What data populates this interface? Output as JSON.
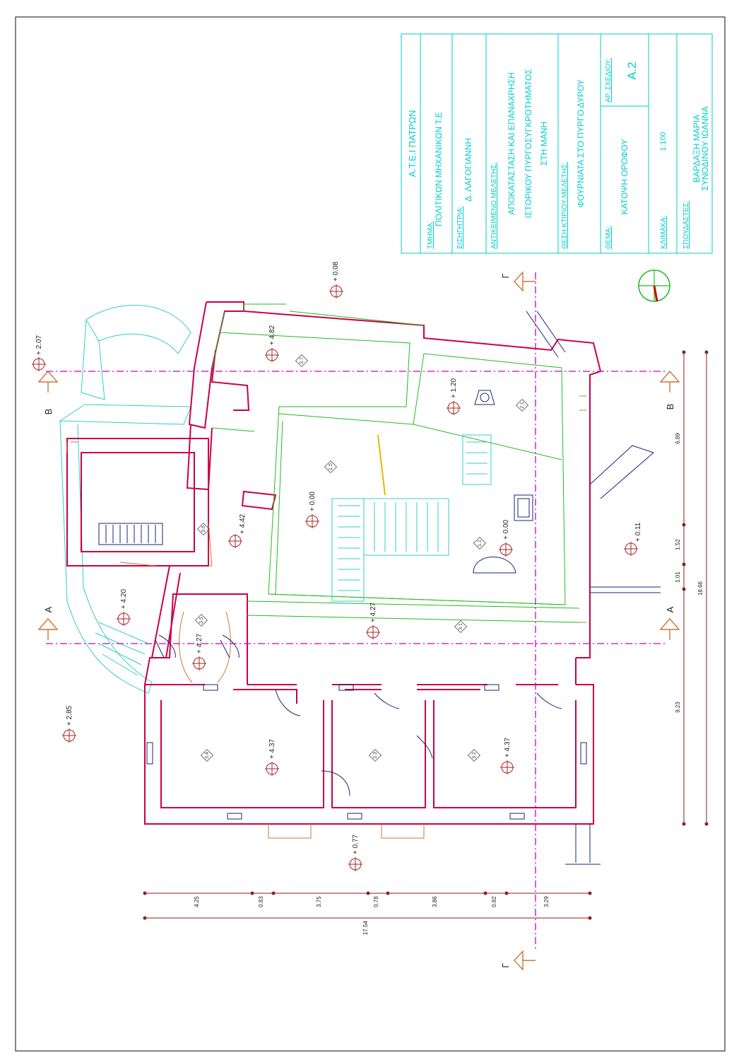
{
  "title_block": {
    "institution": "Α.Τ.Ε.Ι ΠΑΤΡΩΝ",
    "dept_label": "ΤΜΗΜΑ:",
    "dept_value": "ΠΟΛΙΤΙΚΩΝ ΜΗΧΑΝΙΚΩΝ Τ.Ε",
    "supervisor_label": "ΕΙΣΗΓΗΤΡΙΑ:",
    "supervisor_value": "Δ. ΛΑΓΟΓΙΑΝΝΗ",
    "subject_label": "ΑΝΤΙΚΕΙΜΕΝΟ ΜΕΛΕΤΗΣ:",
    "subject_line1": "ΑΠΟΚΑΤΑΣΤΑΣΗ ΚΑΙ ΕΠΑΝΑΧΡΗΣΗ",
    "subject_line2": "ΙΣΤΟΡΙΚΟΥ ΠΥΡΓΟΣΥΓΚΡΟΤΗΜΑΤΟΣ",
    "subject_line3": "ΣΤΗ ΜΑΝΗ",
    "location_label": "ΘΕΣΗ ΚΤΙΡΙΟΥ ΜΕΛΕΤΗΣ:",
    "location_value": "ΦΟΥΡΝΙΑΤΑ ΣΤΟ ΠΥΡΓΟ ΔΥΡΟΥ",
    "theme_label": "ΘΕΜΑ:",
    "theme_value": "ΚΑΤΟΨΗ ΟΡΟΦΟΥ",
    "drawing_no_label": "ΑΡ. ΣΧΕΔΙΟΥ:",
    "drawing_no_value": "Α.2",
    "scale_label": "ΚΛΙΜΑΚΑ:",
    "scale_value": "1:100",
    "students_label": "ΣΠΟΥΔΑΣΤΕΣ:",
    "student1": "ΒΑΡΔΑΞΗ ΜΑΡΙΑ",
    "student2": "ΣΥΝΟΔΙΝΟΥ ΙΩΑΝΝΑ"
  },
  "section_markers": {
    "a": "A",
    "b": "B",
    "c": "Γ"
  },
  "elevations": [
    {
      "id": "e1",
      "text": "+ 0.08"
    },
    {
      "id": "e2",
      "text": "+ 2.07"
    },
    {
      "id": "e3",
      "text": "+ 4.82"
    },
    {
      "id": "e4",
      "text": "+ 1.20"
    },
    {
      "id": "e5",
      "text": "+ 0.00"
    },
    {
      "id": "e6",
      "text": "+ 4.42"
    },
    {
      "id": "e7",
      "text": "+ 0.00"
    },
    {
      "id": "e8",
      "text": "+ 0.11"
    },
    {
      "id": "e9",
      "text": "+ 4.20"
    },
    {
      "id": "e10",
      "text": "+ 4.27"
    },
    {
      "id": "e11",
      "text": "+ 4.27"
    },
    {
      "id": "e12",
      "text": "+ 2.85"
    },
    {
      "id": "e13",
      "text": "+ 4.37"
    },
    {
      "id": "e14",
      "text": "+ 4.37"
    },
    {
      "id": "e15",
      "text": "+ 0.77"
    }
  ],
  "rooms": [
    {
      "id": "r1",
      "text": "3.7"
    },
    {
      "id": "r2",
      "text": "2.1"
    },
    {
      "id": "r3",
      "text": "1.5"
    },
    {
      "id": "r4",
      "text": "3.6"
    },
    {
      "id": "r5",
      "text": "1.1"
    },
    {
      "id": "r6",
      "text": "3.5"
    },
    {
      "id": "r7",
      "text": "3.1"
    },
    {
      "id": "r8",
      "text": "3.4"
    },
    {
      "id": "r9",
      "text": "3.3"
    },
    {
      "id": "r10",
      "text": "3.2"
    }
  ],
  "dims_right": {
    "d1": "6.89",
    "d2": "1.52",
    "d3": "1.01",
    "d4": "9.23",
    "total": "18.66"
  },
  "dims_bottom": {
    "d1": "4.25",
    "d2": "0.83",
    "d3": "3.75",
    "d4": "0.78",
    "d5": "3.86",
    "d6": "0.82",
    "d7": "3.29",
    "total": "17.54"
  },
  "colors": {
    "wall": "#cc0044",
    "interior": "#22bb22",
    "stairs": "#33cccc",
    "section": "#cc00cc",
    "dim": "#882222",
    "elev": "#aa2222",
    "title": "#00cccc",
    "blue": "#1a237e",
    "brown": "#cc7733",
    "yellow": "#e6b800"
  }
}
